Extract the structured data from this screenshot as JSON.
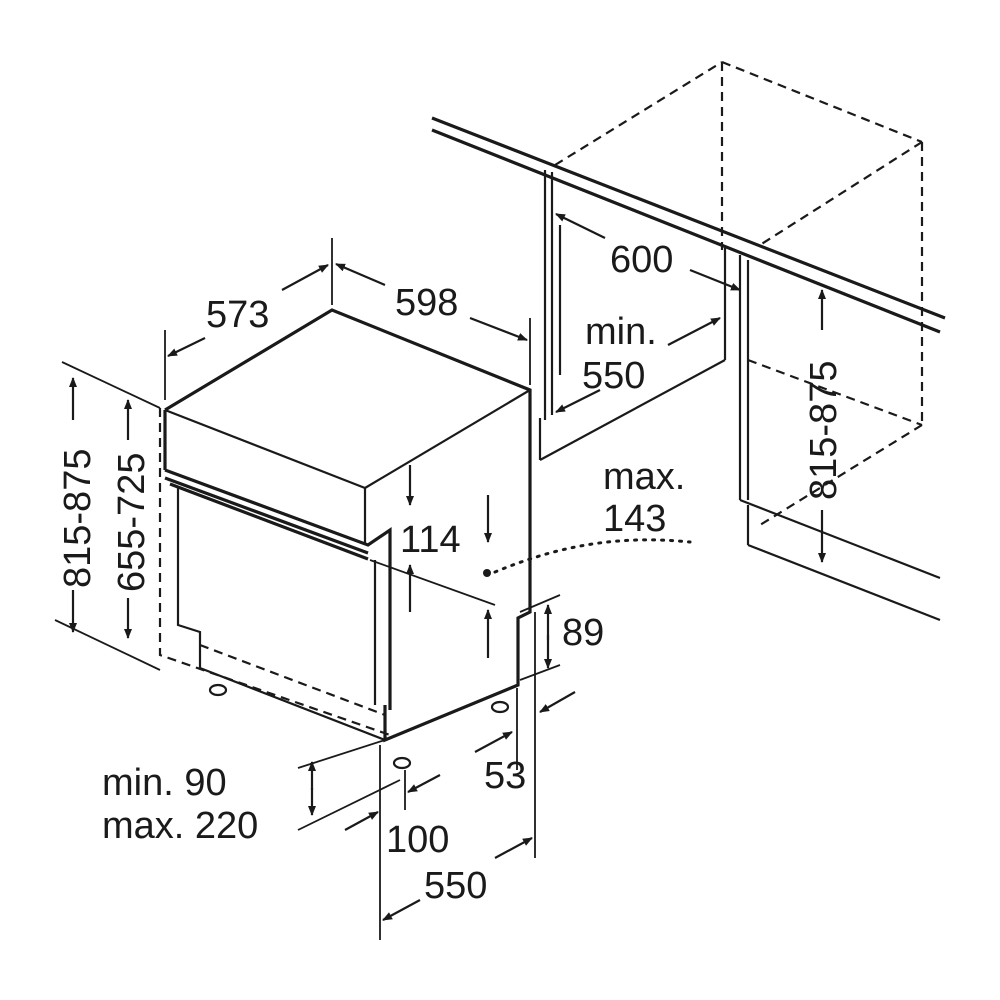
{
  "dimensions": {
    "niche_width": "600",
    "niche_depth_min_1": "min.",
    "niche_depth_min_2": "550",
    "niche_height": "815-875",
    "appliance_width": "598",
    "appliance_depth": "573",
    "height_left_outer": "815-875",
    "height_left_inner": "655-725",
    "panel_gap": "114",
    "max_label_1": "max.",
    "max_label_2": "143",
    "kick_height": "89",
    "plinth_1": "min. 90",
    "plinth_2": "max. 220",
    "foot_offset_right": "53",
    "foot_offset_front": "100",
    "total_depth": "550"
  }
}
